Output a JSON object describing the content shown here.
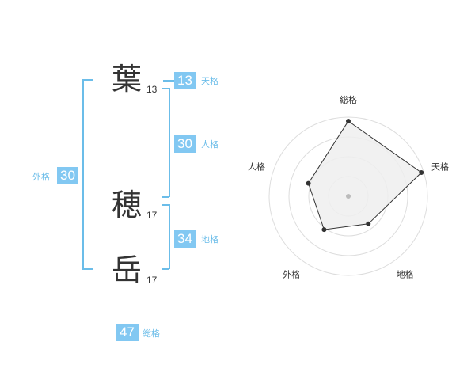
{
  "name": {
    "chars": [
      {
        "char": "葉",
        "strokes": "13"
      },
      {
        "char": "穂",
        "strokes": "17"
      },
      {
        "char": "岳",
        "strokes": "17"
      }
    ]
  },
  "grids": {
    "tenkaku": {
      "value": "13",
      "label": "天格"
    },
    "jinkaku": {
      "value": "30",
      "label": "人格"
    },
    "chikaku": {
      "value": "34",
      "label": "地格"
    },
    "gaikaku": {
      "value": "30",
      "label": "外格"
    },
    "soukaku": {
      "value": "47",
      "label": "総格"
    }
  },
  "chart_data": {
    "type": "radar",
    "axes": [
      "総格",
      "天格",
      "地格",
      "外格",
      "人格"
    ],
    "rings": 4,
    "values": [
      0.95,
      0.97,
      0.43,
      0.52,
      0.53
    ],
    "colors": {
      "fill": "#eeeeee",
      "stroke": "#333333",
      "ring": "#dddddd",
      "center": "#bbbbbb"
    }
  }
}
